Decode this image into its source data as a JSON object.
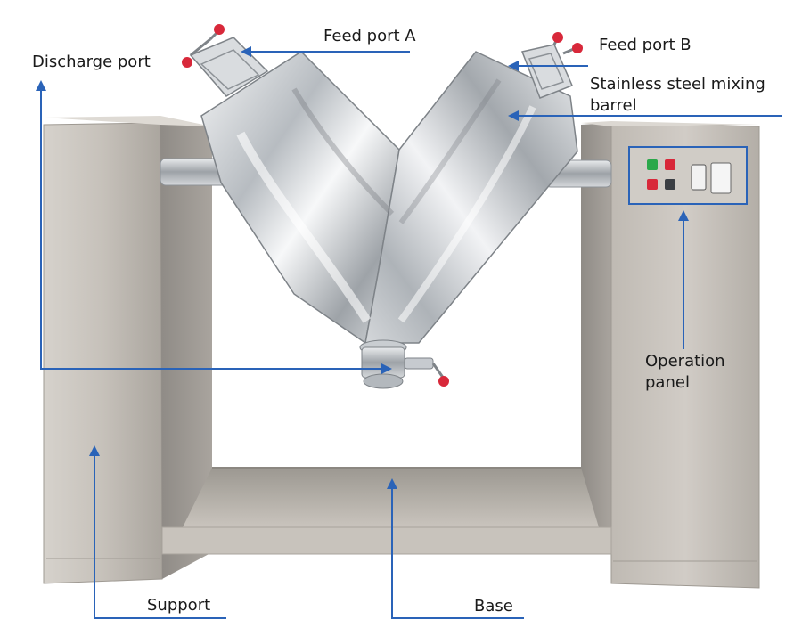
{
  "labels": {
    "feed_port_a": "Feed port A",
    "feed_port_b": "Feed port B",
    "discharge_port": "Discharge port",
    "barrel_line1": "Stainless steel mixing",
    "barrel_line2": "barrel",
    "operation_line1": "Operation",
    "operation_line2": "panel",
    "support": "Support",
    "base": "Base"
  },
  "colors": {
    "arrow": "#2a63b8",
    "steel_light": "#eef0f2",
    "steel_mid": "#c4c8cc",
    "steel_dark": "#8d9297",
    "frame": "#b9b4ae",
    "panel_outline": "#2a63b8",
    "knob_red": "#d8283a",
    "button_green": "#2aa84a"
  }
}
